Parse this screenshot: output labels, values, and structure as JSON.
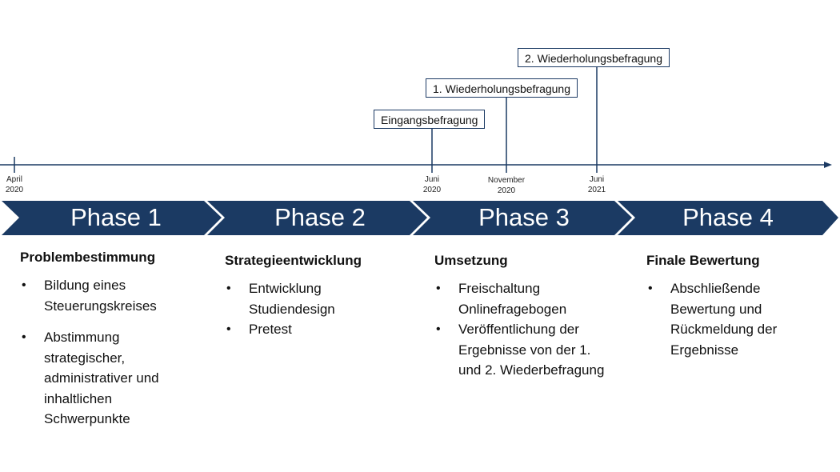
{
  "timeline": {
    "ticks": [
      {
        "line1": "April",
        "line2": "2020"
      },
      {
        "line1": "Juni",
        "line2": "2020"
      },
      {
        "line1": "November",
        "line2": "2020"
      },
      {
        "line1": "Juni",
        "line2": "2021"
      }
    ],
    "surveys": [
      {
        "label": "Eingangsbefragung"
      },
      {
        "label": "1. Wiederholungsbefragung"
      },
      {
        "label": "2. Wiederholungsbefragung"
      }
    ]
  },
  "phases": [
    {
      "title": "Phase 1",
      "heading": "Problembestimmung",
      "items": [
        "Bildung eines Steuerungskreises",
        "Abstimmung strategischer, administrativer und inhaltlichen Schwerpunkte"
      ]
    },
    {
      "title": "Phase 2",
      "heading": "Strategieentwicklung",
      "items": [
        "Entwicklung Studiendesign",
        "Pretest"
      ]
    },
    {
      "title": "Phase 3",
      "heading": "Umsetzung",
      "items": [
        "Freischaltung Onlinefragebogen",
        "Veröffentlichung der Ergebnisse von der 1. und 2. Wiederbefragung"
      ]
    },
    {
      "title": "Phase 4",
      "heading": "Finale Bewertung",
      "items": [
        "Abschließende Bewertung und Rückmeldung der Ergebnisse"
      ]
    }
  ],
  "colors": {
    "primary": "#1b3a63",
    "axis": "#1b3a63"
  }
}
